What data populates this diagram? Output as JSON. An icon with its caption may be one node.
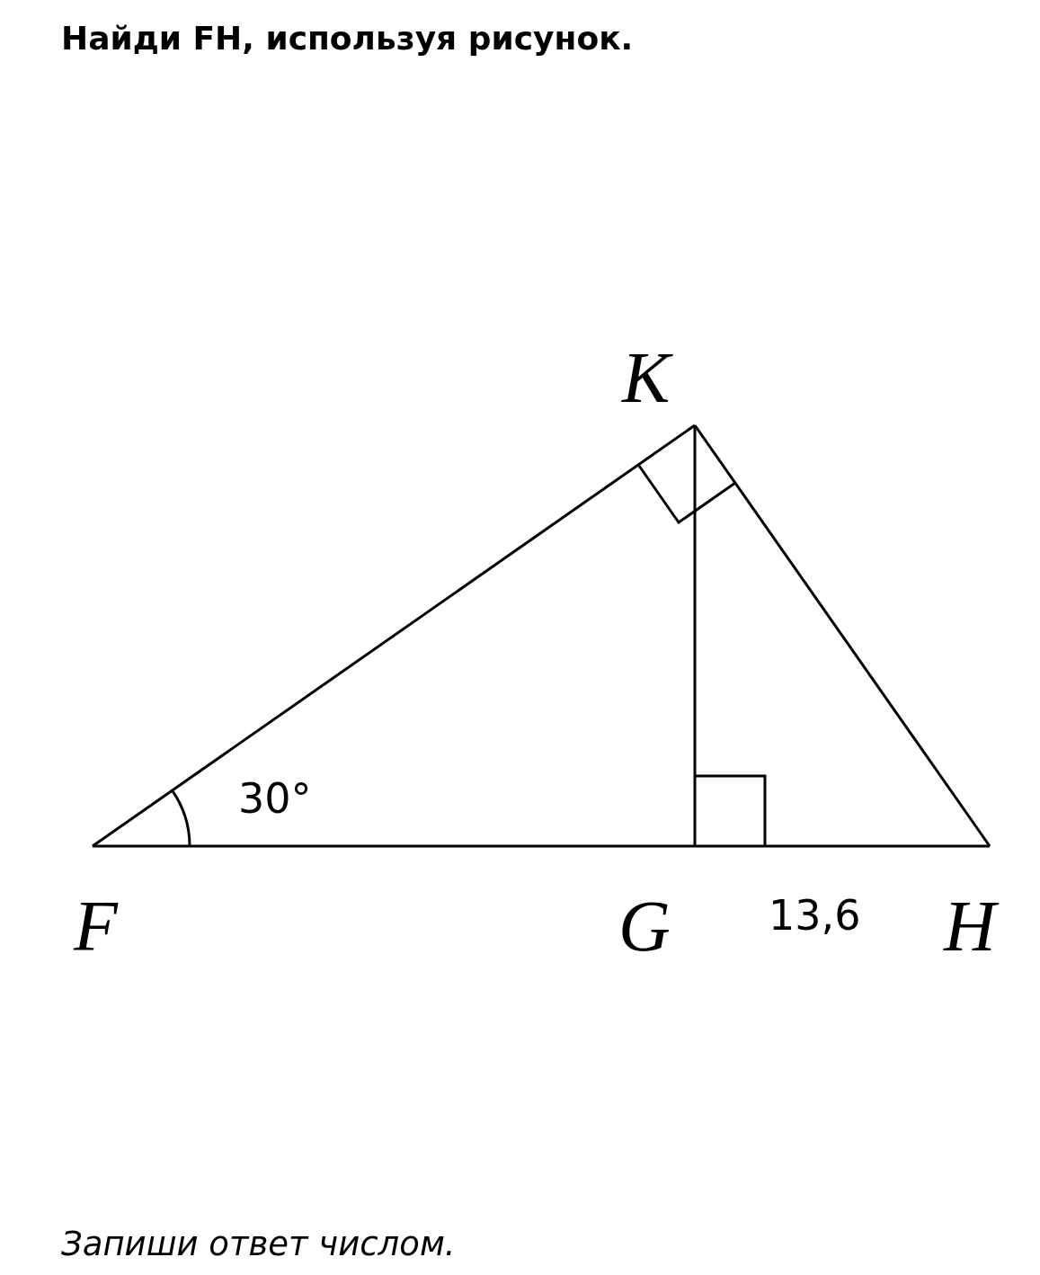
{
  "diagram": {
    "title": "Найди FH, используя рисунок.",
    "caption": "Запиши ответ числом.",
    "nodes": [
      {
        "text": [
          "K"
        ]
      },
      {
        "text": [
          "F"
        ]
      },
      {
        "text": [
          "G"
        ]
      },
      {
        "text": [
          "H"
        ]
      }
    ],
    "edges": [
      {
        "from": 1,
        "to": 0,
        "arrow": "none"
      },
      {
        "from": 0,
        "to": 3,
        "arrow": "none"
      },
      {
        "from": 0,
        "to": 2,
        "arrow": "none"
      },
      {
        "from": 1,
        "to": 2,
        "arrow": "none"
      },
      {
        "from": 2,
        "to": 3,
        "arrow": "none"
      }
    ],
    "labels": [
      "30°",
      "13,6"
    ]
  }
}
